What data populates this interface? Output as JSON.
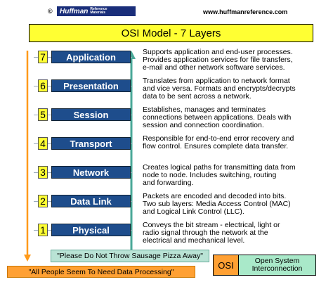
{
  "header": {
    "copyright": "©",
    "brand_name": "Huffman",
    "brand_sub_line1": "Reference",
    "brand_sub_line2": "Materials",
    "url": "www.huffmanreference.com"
  },
  "title": "OSI Model - 7 Layers",
  "colors": {
    "title_bg": "#ffff33",
    "layer_bg": "#1e4d8c",
    "down_arrow": "#ff9a1a",
    "up_arrow": "#4aa898",
    "mnemonic_green": "#b9e3d5",
    "mnemonic_orange": "#ffa033"
  },
  "layers": [
    {
      "num": "7",
      "name": "Application",
      "desc": [
        "Supports application and end-user processes.",
        "Provides application services for file transfers,",
        "e-mail and other network software services."
      ]
    },
    {
      "num": "6",
      "name": "Presentation",
      "desc": [
        "Translates from application to network format",
        "and vice versa.  Formats and encrypts/decrypts",
        "data to be sent across a network."
      ]
    },
    {
      "num": "5",
      "name": "Session",
      "desc": [
        "Establishes, manages and terminates",
        "connections between applications.  Deals with",
        "session and connection coordination."
      ]
    },
    {
      "num": "4",
      "name": "Transport",
      "desc": [
        "Responsible for end-to-end error recovery and",
        "flow control.  Ensures complete data transfer."
      ]
    },
    {
      "num": "3",
      "name": "Network",
      "desc": [
        "Creates logical paths for transmitting data from",
        "node to node.  Includes switching, routing",
        "and forwarding."
      ]
    },
    {
      "num": "2",
      "name": "Data Link",
      "desc": [
        "Packets are encoded and decoded into bits.",
        "Two sub layers:  Media Access Control (MAC)",
        "and Logical Link Control (LLC)."
      ]
    },
    {
      "num": "1",
      "name": "Physical",
      "desc": [
        "Conveys the bit stream - electrical, light or",
        "radio signal through the network at the",
        "electrical and mechanical level."
      ]
    }
  ],
  "mnemonics": {
    "bottom_up": "\"Please Do Not Throw Sausage Pizza Away\"",
    "top_down": "\"All People Seem To Need Data Processing\""
  },
  "osi": {
    "abbr": "OSI",
    "full_line1": "Open System",
    "full_line2": "Interconnection"
  }
}
